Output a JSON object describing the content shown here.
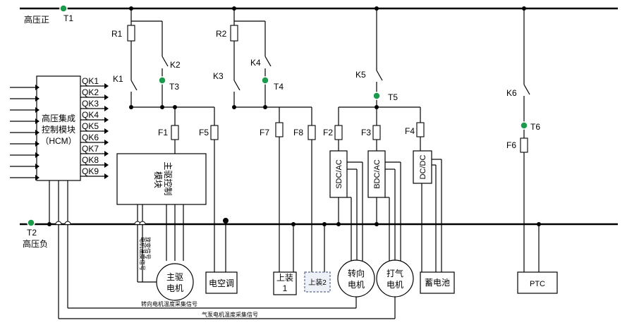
{
  "buses": {
    "positive_label": "高压正",
    "negative_label": "高压负"
  },
  "test_points": {
    "t1": "T1",
    "t2": "T2",
    "t3": "T3",
    "t4": "T4",
    "t5": "T5",
    "t6": "T6"
  },
  "resistors": {
    "r1": "R1",
    "r2": "R2"
  },
  "contactors": {
    "k1": "K1",
    "k2": "K2",
    "k3": "K3",
    "k4": "K4",
    "k5": "K5",
    "k6": "K6"
  },
  "fuses": {
    "f1": "F1",
    "f2": "F2",
    "f3": "F3",
    "f4": "F4",
    "f5": "F5",
    "f6": "F6",
    "f7": "F7",
    "f8": "F8"
  },
  "hcm": {
    "line1": "高压集成",
    "line2": "控制模块",
    "line3": "（HCM）",
    "outputs": [
      "QK1",
      "QK2",
      "QK3",
      "QK4",
      "QK5",
      "QK6",
      "QK7",
      "QK8",
      "QK9"
    ]
  },
  "modules": {
    "main_drive_control": "主驱控制\n模块",
    "sdc_ac": "SDC/AC",
    "bdc_ac": "BDC/AC",
    "dc_dc": "DC/DC"
  },
  "loads": {
    "main_motor_line1": "主驱",
    "main_motor_line2": "电机",
    "ac": "电空调",
    "upper1_line1": "上装",
    "upper1_line2": "1",
    "upper2": "上装2",
    "steering_line1": "转向",
    "steering_line2": "电机",
    "air_pump_line1": "打气",
    "air_pump_line2": "电机",
    "battery": "蓄电池",
    "ptc": "PTC"
  },
  "signals": {
    "motor_temp_line1": "电机温度信号",
    "motor_temp_line2": "旋变信号",
    "steering_temp": "转向电机温度采集信号",
    "air_pump_temp": "气泵电机温度采集信号"
  }
}
